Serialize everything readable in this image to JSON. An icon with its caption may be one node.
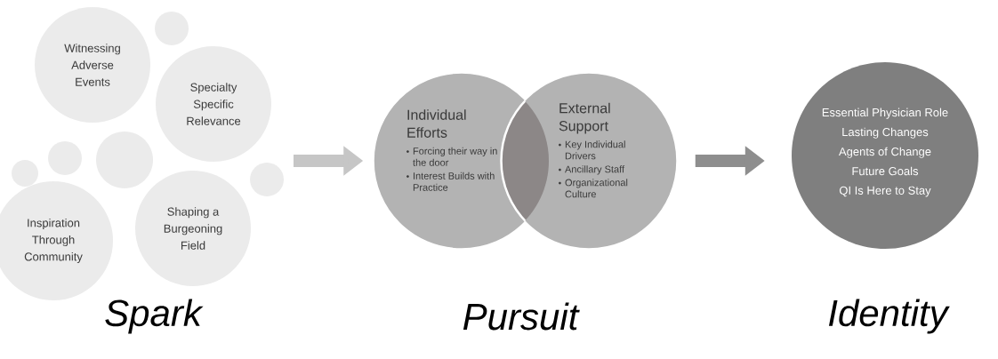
{
  "diagram": {
    "nodes": [
      {
        "text": [
          "Witnessing Adverse Events"
        ]
      },
      {
        "text": [
          "Specialty Specific Relevance"
        ]
      },
      {
        "text": [
          "Inspiration Through Community"
        ]
      },
      {
        "text": [
          "Shaping a Burgeoning Field"
        ]
      },
      {
        "text": [],
        "shape": "circle"
      },
      {
        "text": [],
        "shape": "circle"
      },
      {
        "text": [],
        "shape": "circle"
      },
      {
        "text": [],
        "shape": "circle"
      },
      {
        "text": [],
        "shape": "circle"
      },
      {
        "text": [
          "Individual Efforts",
          "Forcing their way in the door",
          "Interest Builds with Practice"
        ]
      },
      {
        "text": [
          "External Support",
          "Key Individual Drivers",
          "Ancillary Staff",
          "Organizational Culture"
        ]
      },
      {
        "text": [
          "Essential Physician Role",
          "Lasting Changes",
          "Agents of Change",
          "Future Goals",
          "QI Is Here to Stay"
        ]
      }
    ],
    "edges": [
      {
        "from": null,
        "to": 9,
        "arrow": "to",
        "color": "#c6c6c6"
      },
      {
        "from": 10,
        "to": 11,
        "arrow": "to",
        "color": "#8e8e8e"
      }
    ],
    "labels": [
      "Spark",
      "Pursuit",
      "Identity"
    ]
  }
}
